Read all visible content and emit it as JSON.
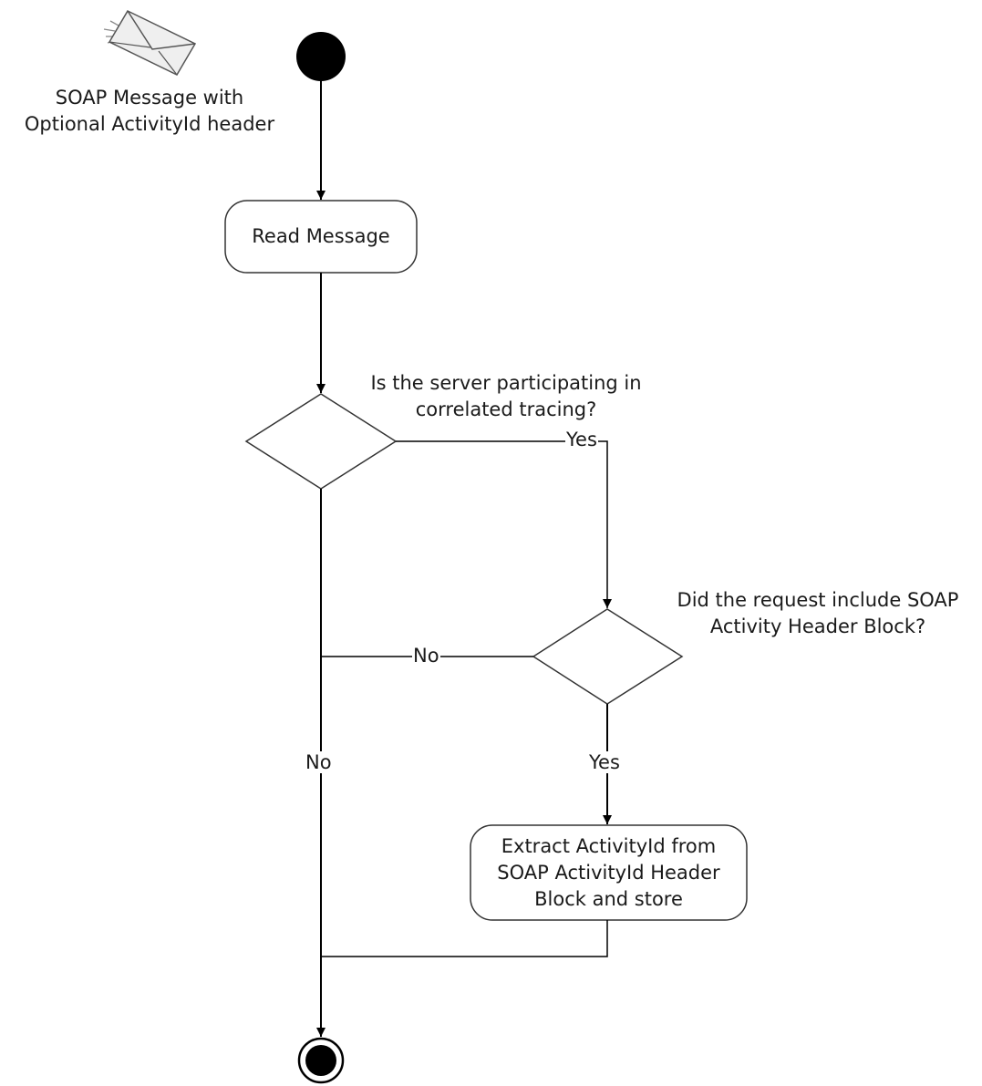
{
  "diagram": {
    "type": "uml-activity",
    "message_icon": {
      "icon": "envelope-icon",
      "label": "SOAP Message with\nOptional ActivityId header"
    },
    "nodes": {
      "start": {
        "kind": "initial"
      },
      "read_message": {
        "kind": "action",
        "label": "Read Message"
      },
      "decision_tracing": {
        "kind": "decision",
        "label": "Is the server participating in\ncorrelated tracing?"
      },
      "decision_header": {
        "kind": "decision",
        "label": "Did the request include SOAP\nActivity Header Block?"
      },
      "extract": {
        "kind": "action",
        "label": "Extract ActivityId from\nSOAP ActivityId Header\nBlock and store"
      },
      "end": {
        "kind": "final"
      }
    },
    "edges": {
      "tracing_yes": "Yes",
      "tracing_no": "No",
      "header_no": "No",
      "header_yes": "Yes"
    }
  }
}
